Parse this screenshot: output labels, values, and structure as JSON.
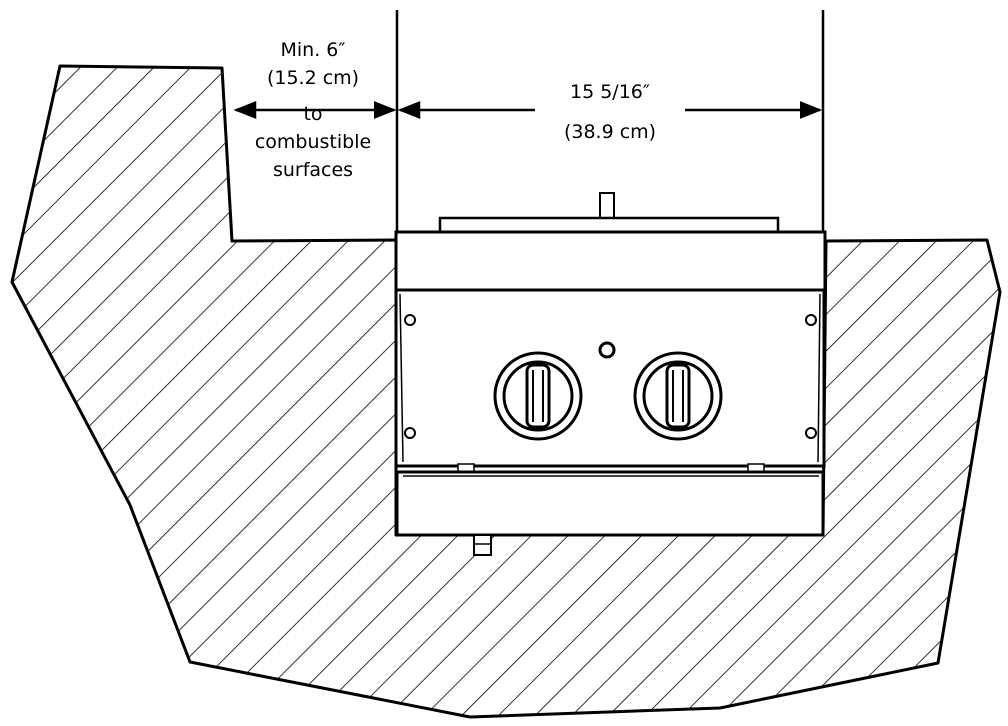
{
  "clearance": {
    "line1": "Min. 6″",
    "line2": "(15.2 cm)",
    "line3": "to",
    "line4": "combustible",
    "line5": "surfaces"
  },
  "width": {
    "line1": "15 5/16″",
    "line2": "(38.9 cm)"
  }
}
